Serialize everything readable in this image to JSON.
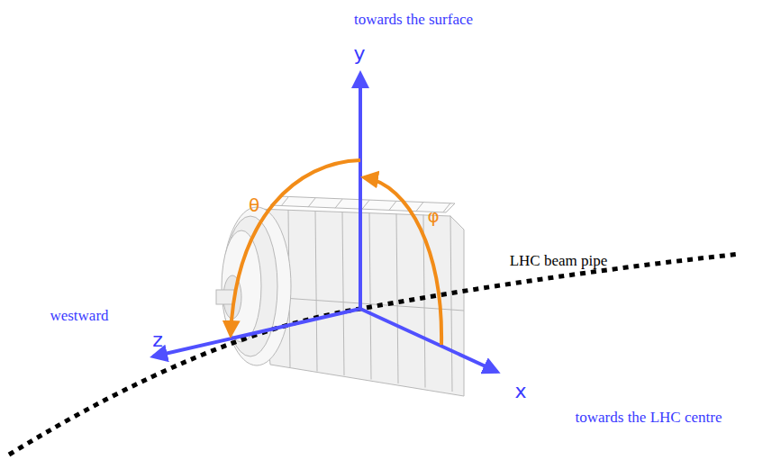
{
  "diagram": {
    "labels": [
      "towards the surface",
      "y",
      "θ",
      "φ",
      "LHC beam pipe",
      "westward",
      "z",
      "x",
      "towards the LHC centre"
    ]
  }
}
